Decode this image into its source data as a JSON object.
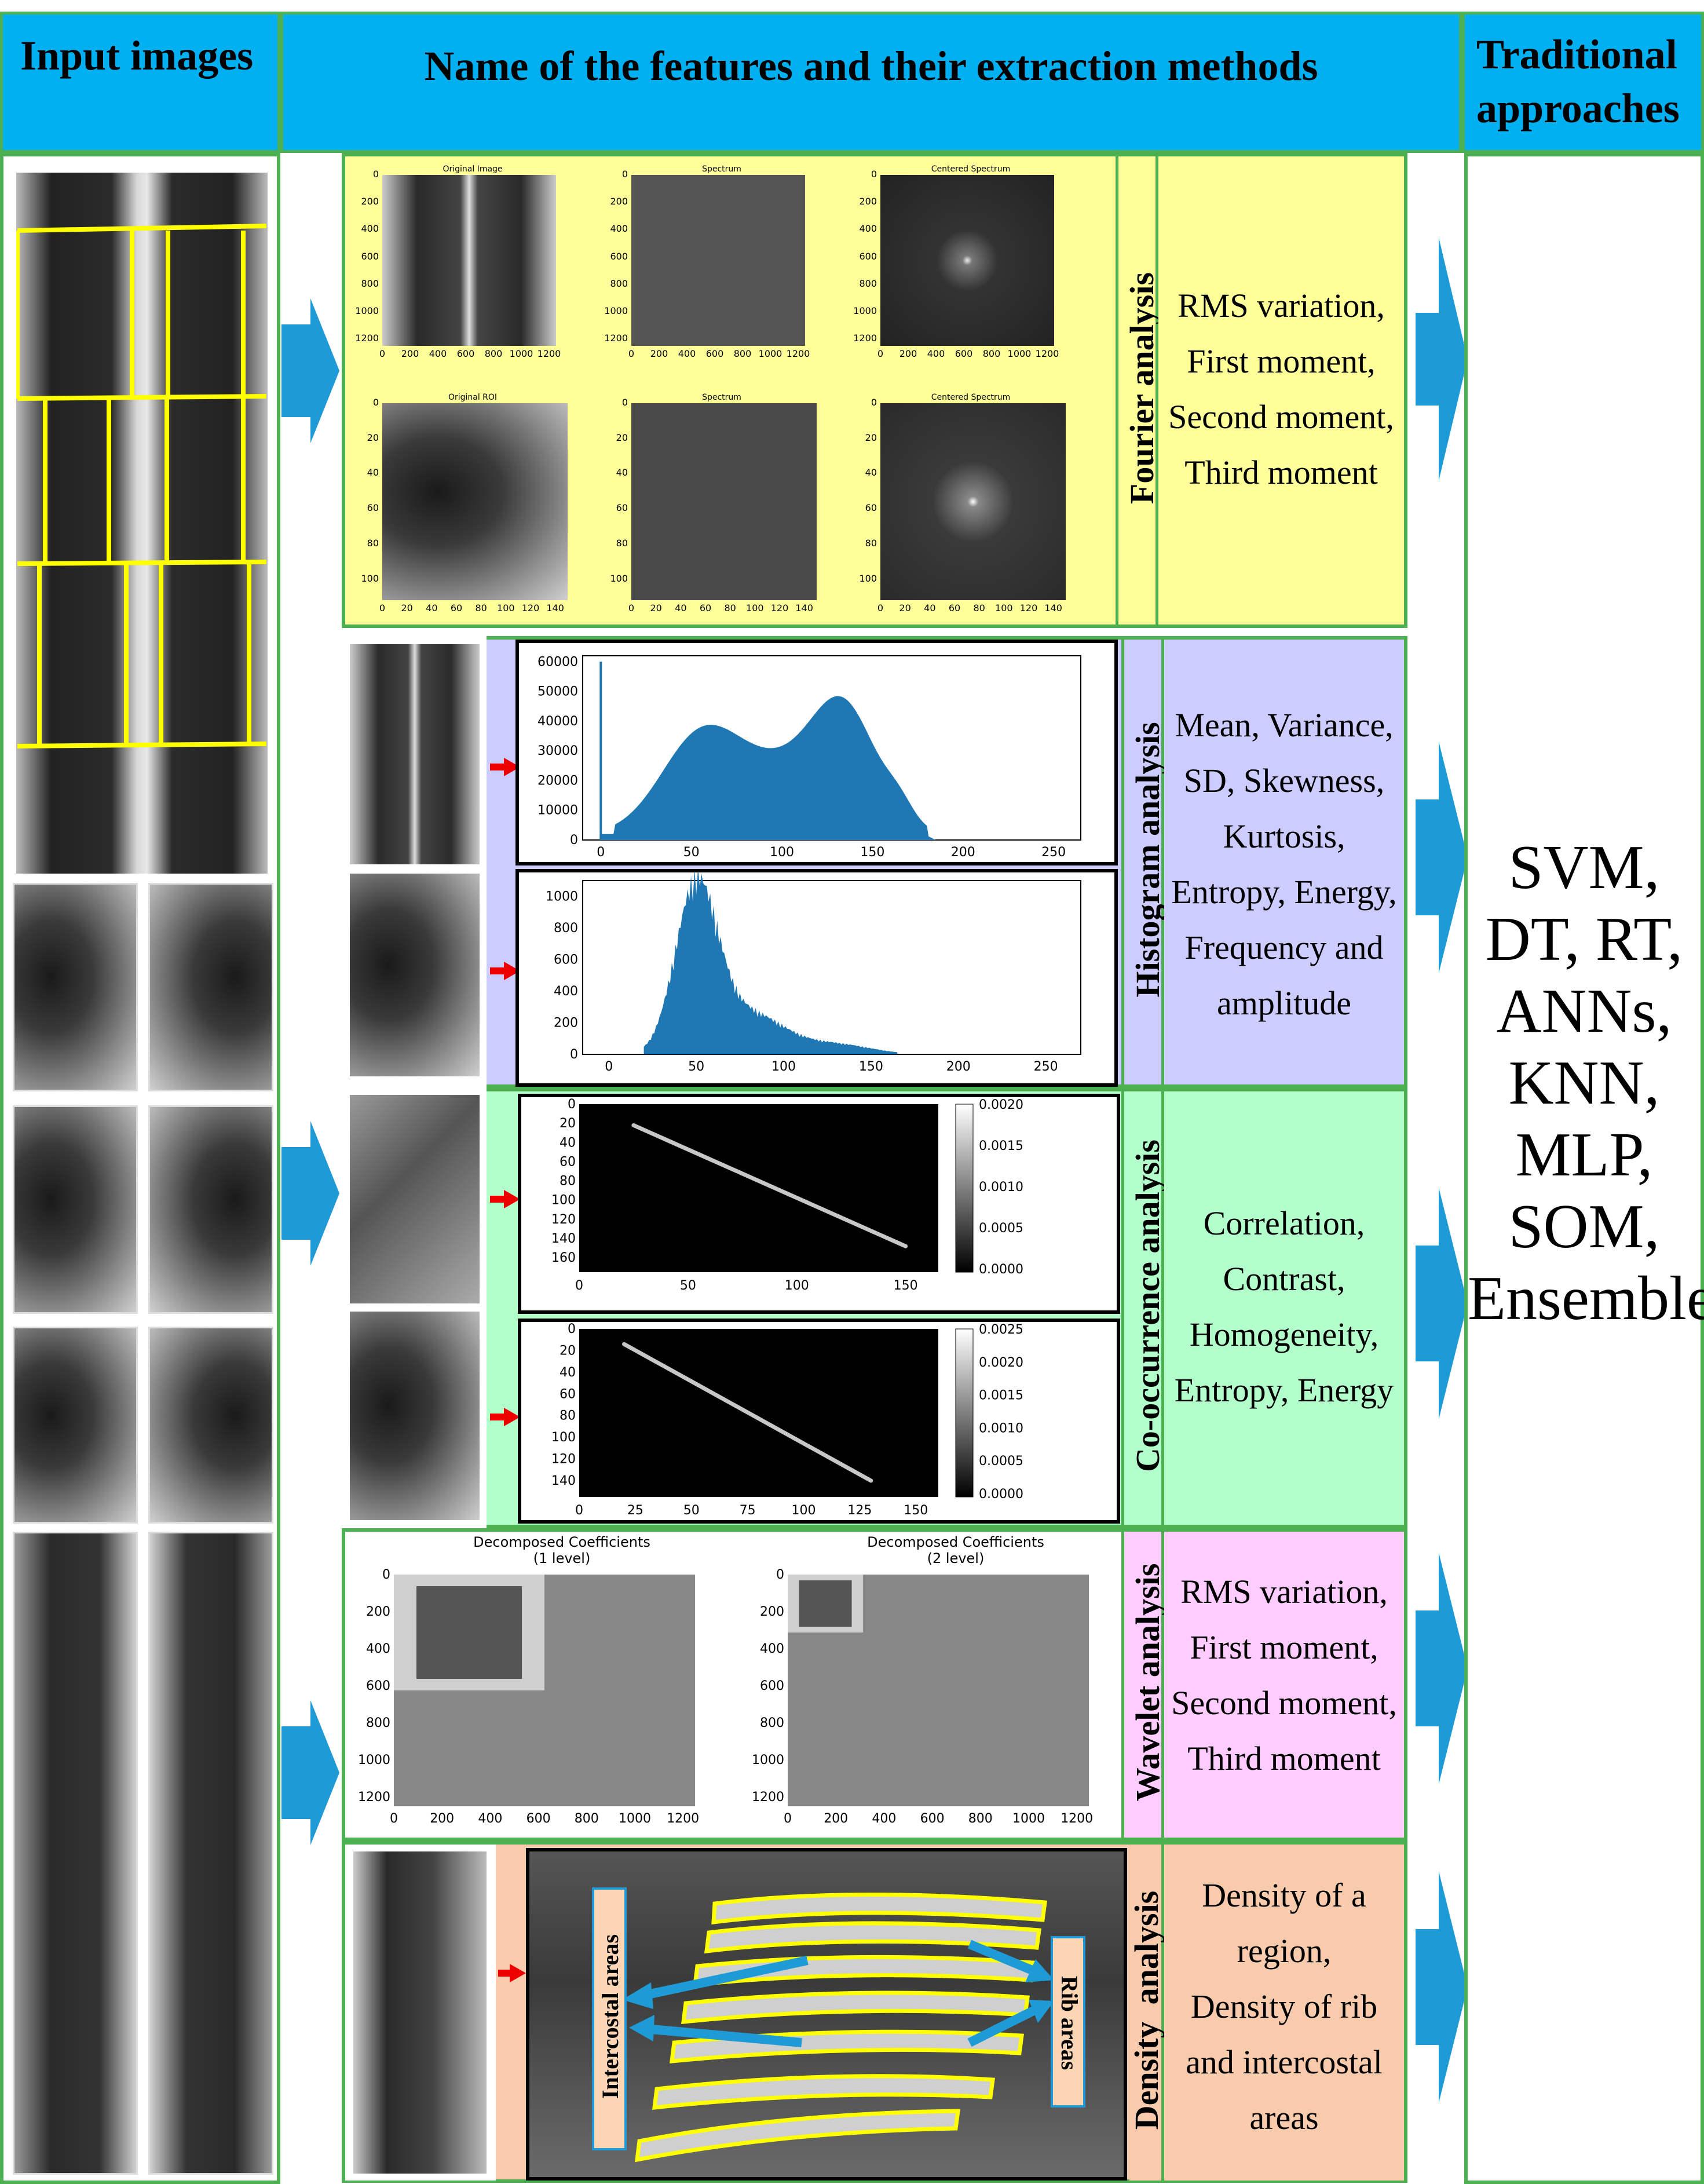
{
  "header": {
    "input_title": "Input images",
    "features_title": "Name of the features and their extraction methods",
    "traditional_title_line1": "Traditional",
    "traditional_title_line2": "approaches"
  },
  "fourier": {
    "label": "Fourier analysis",
    "features": [
      "RMS variation,",
      "First moment,",
      "Second moment,",
      "Third moment"
    ],
    "plots_top": [
      "Original Image",
      "Spectrum",
      "Centered Spectrum"
    ],
    "plots_bottom": [
      "Original ROI",
      "Spectrum",
      "Centered Spectrum"
    ],
    "top_yticks": [
      "0",
      "200",
      "400",
      "600",
      "800",
      "1000",
      "1200"
    ],
    "top_xticks": [
      "0",
      "200",
      "400",
      "600",
      "800",
      "1000",
      "1200"
    ],
    "bottom_yticks": [
      "0",
      "20",
      "40",
      "60",
      "80",
      "100"
    ],
    "bottom_xticks": [
      "0",
      "20",
      "40",
      "60",
      "80",
      "100",
      "120",
      "140"
    ]
  },
  "histogram": {
    "label": "Histogram analysis",
    "features": [
      "Mean, Variance,",
      "SD, Skewness,",
      "Kurtosis,",
      "Entropy, Energy,",
      "Frequency and",
      "amplitude"
    ],
    "top_yticks": [
      "60000",
      "50000",
      "40000",
      "30000",
      "20000",
      "10000",
      "0"
    ],
    "bottom_yticks": [
      "1000",
      "800",
      "600",
      "400",
      "200",
      "0"
    ],
    "xticks": [
      "0",
      "50",
      "100",
      "150",
      "200",
      "250"
    ]
  },
  "cooccurrence": {
    "label": "Co-occurrence analysis",
    "features": [
      "Correlation,",
      "Contrast,",
      "Homogeneity,",
      "Entropy, Energy"
    ],
    "top_yticks": [
      "0",
      "20",
      "40",
      "60",
      "80",
      "100",
      "120",
      "140",
      "160"
    ],
    "top_xticks": [
      "0",
      "50",
      "100",
      "150"
    ],
    "top_cbar": [
      "0.0020",
      "0.0015",
      "0.0010",
      "0.0005",
      "0.0000"
    ],
    "bottom_yticks": [
      "0",
      "20",
      "40",
      "60",
      "80",
      "100",
      "120",
      "140"
    ],
    "bottom_xticks": [
      "0",
      "25",
      "50",
      "75",
      "100",
      "125",
      "150"
    ],
    "bottom_cbar": [
      "0.0025",
      "0.0020",
      "0.0015",
      "0.0010",
      "0.0005",
      "0.0000"
    ]
  },
  "wavelet": {
    "label": "Wavelet analysis",
    "features": [
      "RMS variation,",
      "First moment,",
      "Second moment,",
      "Third moment"
    ],
    "plot1_title_line1": "Decomposed Coefficients",
    "plot1_title_line2": "(1 level)",
    "plot2_title_line1": "Decomposed Coefficients",
    "plot2_title_line2": "(2 level)",
    "yticks": [
      "0",
      "200",
      "400",
      "600",
      "800",
      "1000",
      "1200"
    ],
    "xticks": [
      "0",
      "200",
      "400",
      "600",
      "800",
      "1000",
      "1200"
    ]
  },
  "density": {
    "label": "Density  analysis",
    "features": [
      "Density of a",
      "region,",
      "Density of rib",
      "and intercostal",
      "areas"
    ],
    "intercostal_label": "Intercostal areas",
    "rib_label": "Rib areas"
  },
  "traditional": {
    "methods": [
      "SVM,",
      "DT, RT,",
      "ANNs,",
      "KNN,",
      "MLP,",
      "SOM,",
      "Ensemble"
    ]
  },
  "colors": {
    "header_blue": "#00b0f0",
    "border_green": "#4caf50",
    "fourier_bg": "#ffff99",
    "histogram_bg": "#ccccff",
    "cooccurrence_bg": "#b3ffcc",
    "wavelet_bg": "#ffccff",
    "density_bg": "#f8cbad",
    "arrow_blue": "#1e9bd7",
    "plot_blue": "#1f77b4",
    "roi_yellow": "#ffff00"
  }
}
